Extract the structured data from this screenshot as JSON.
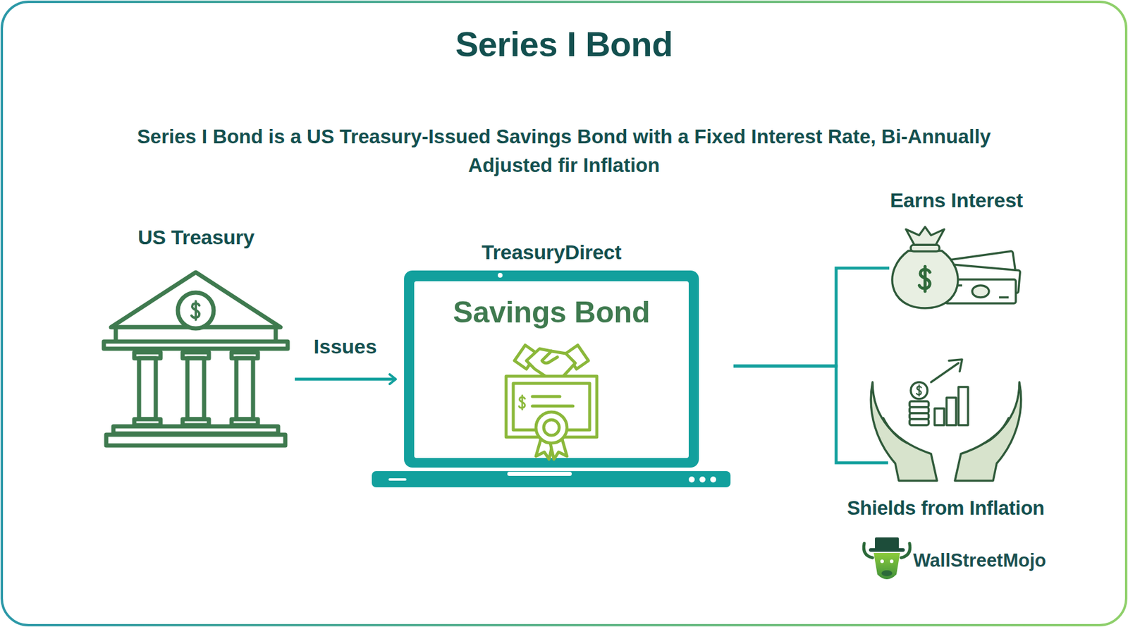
{
  "diagram": {
    "title": "Series I Bond",
    "nodes": [
      {
        "text": [
          "US Treasury"
        ]
      },
      {
        "text": [
          "TreasuryDirect",
          "Savings Bond"
        ]
      },
      {
        "text": [
          "Earns Interest"
        ]
      },
      {
        "text": [
          "Shields from Inflation"
        ]
      }
    ],
    "edges": [
      {
        "from": 0,
        "to": 1,
        "label": "Issues",
        "arrow": "to"
      },
      {
        "from": 1,
        "to": 2,
        "arrow": "none"
      },
      {
        "from": 1,
        "to": 3,
        "arrow": "none"
      }
    ],
    "labels": [
      "Series I Bond is a US Treasury-Issued Savings Bond with a Fixed Interest Rate, Bi-Annually Adjusted fir Inflation",
      "WallStreetMojo"
    ]
  }
}
